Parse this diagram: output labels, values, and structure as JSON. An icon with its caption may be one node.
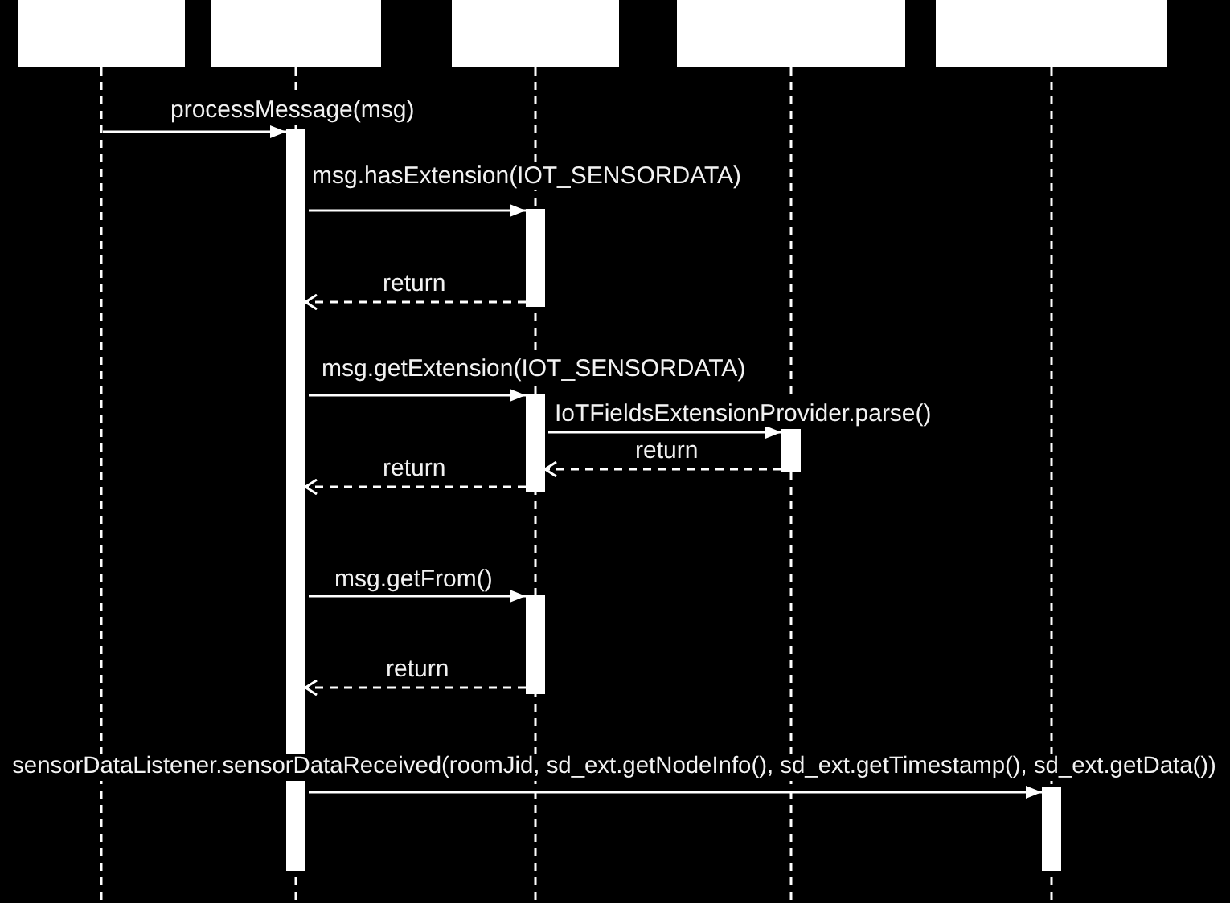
{
  "diagram": {
    "nodes": [
      {
        "text": [],
        "shape": "box"
      },
      {
        "text": [],
        "shape": "box"
      },
      {
        "text": [],
        "shape": "box"
      },
      {
        "text": [],
        "shape": "box"
      },
      {
        "text": [],
        "shape": "box"
      },
      {
        "text": [],
        "shape": "bar"
      },
      {
        "text": [],
        "shape": "bar"
      },
      {
        "text": [],
        "shape": "bar"
      },
      {
        "text": [],
        "shape": "bar"
      },
      {
        "text": [],
        "shape": "bar"
      },
      {
        "text": [],
        "shape": "bar"
      }
    ],
    "edges": [
      {
        "from": null,
        "to": 5,
        "arrow": "to",
        "label": "processMessage(msg)"
      },
      {
        "from": 5,
        "to": 6,
        "arrow": "to",
        "label": "msg.hasExtension(IOT_SENSORDATA)"
      },
      {
        "from": 6,
        "to": 5,
        "arrow": "to",
        "label": "return",
        "style": "dashed"
      },
      {
        "from": 5,
        "to": 7,
        "arrow": "to",
        "label": "msg.getExtension(IOT_SENSORDATA)"
      },
      {
        "from": 7,
        "to": 8,
        "arrow": "to",
        "label": "IoTFieldsExtensionProvider.parse()"
      },
      {
        "from": 8,
        "to": 7,
        "arrow": "to",
        "label": "return",
        "style": "dashed"
      },
      {
        "from": 7,
        "to": 5,
        "arrow": "to",
        "label": "return",
        "style": "dashed"
      },
      {
        "from": 5,
        "to": 9,
        "arrow": "to",
        "label": "msg.getFrom()"
      },
      {
        "from": 9,
        "to": 5,
        "arrow": "to",
        "label": "return",
        "style": "dashed"
      },
      {
        "from": 5,
        "to": 10,
        "arrow": "to",
        "label": "sensorDataListener.sensorDataReceived(roomJid, sd_ext.getNodeInfo(), sd_ext.getTimestamp(), sd_ext.getData())"
      }
    ]
  }
}
